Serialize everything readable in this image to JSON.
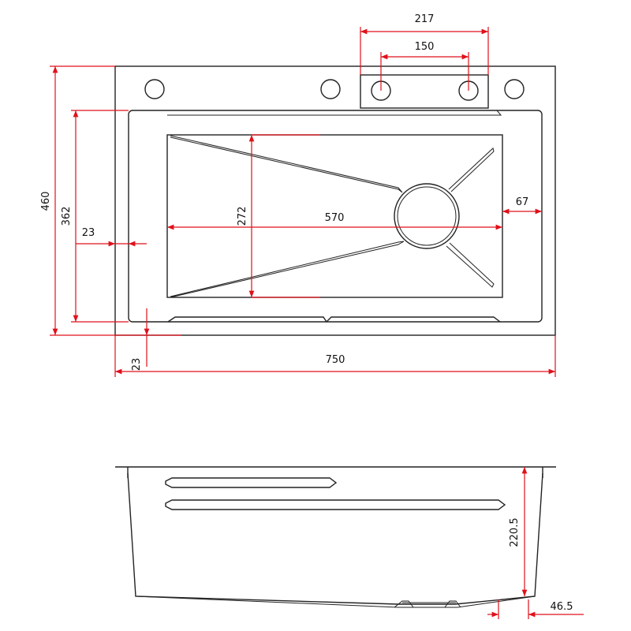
{
  "top_view": {
    "dimensions": {
      "faucet_plate_width": "217",
      "faucet_hole_spacing": "150",
      "overall_depth": "460",
      "inner_depth": "362",
      "side_margin": "23",
      "bowl_depth": "272",
      "bowl_width": "570",
      "right_margin": "67",
      "front_margin": "23",
      "overall_width": "750"
    }
  },
  "side_view": {
    "dimensions": {
      "bowl_height": "220.5",
      "drain_offset": "46.5"
    }
  },
  "colors": {
    "outline": "#222222",
    "dimension_lines": "#e0101a"
  }
}
